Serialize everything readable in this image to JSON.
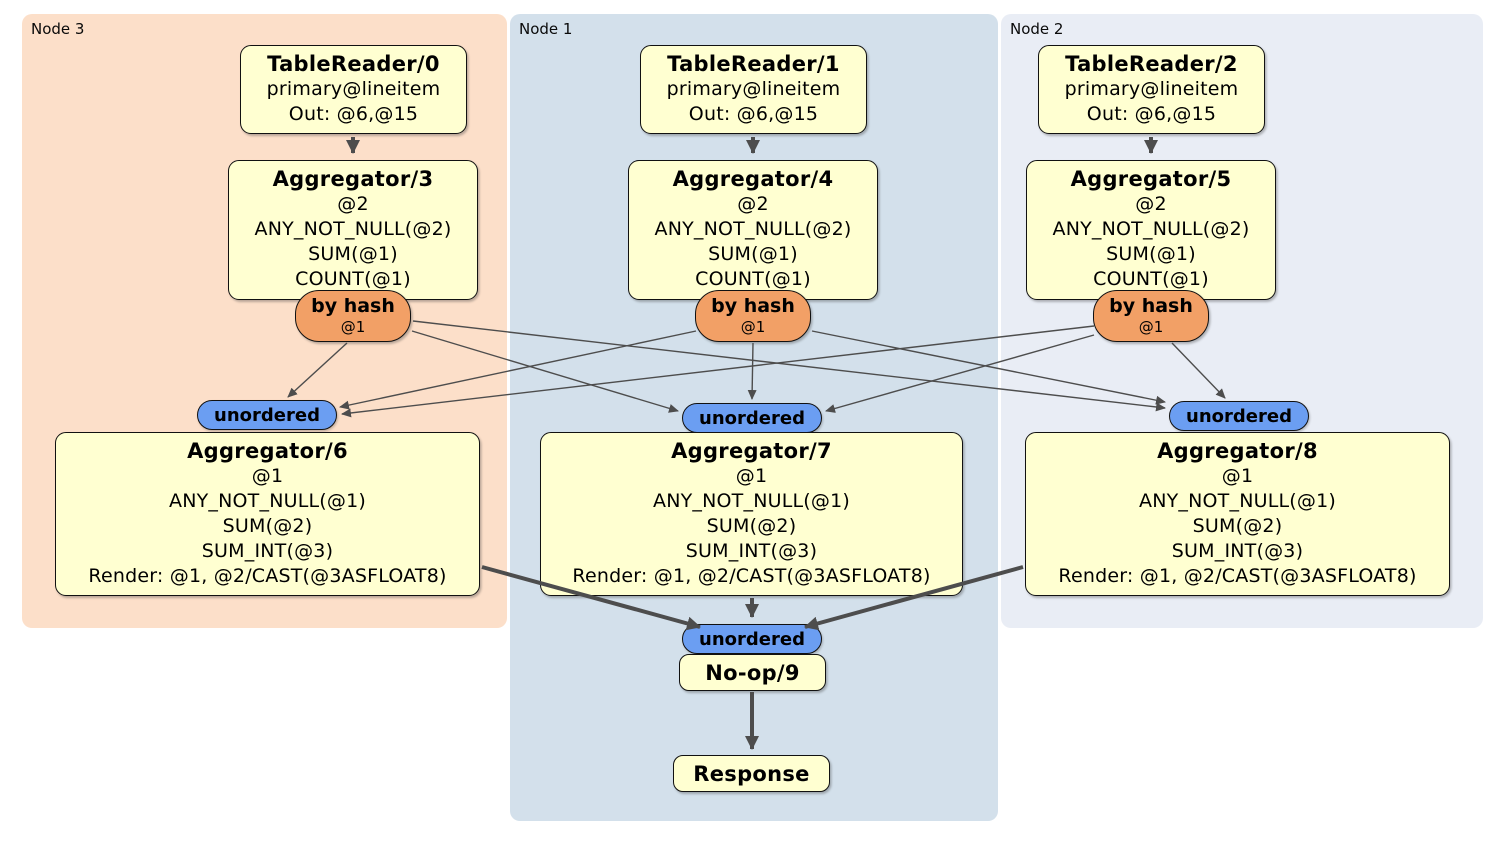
{
  "groups": [
    {
      "label": "Node 3"
    },
    {
      "label": "Node 1"
    },
    {
      "label": "Node 2"
    }
  ],
  "columns": {
    "node3": {
      "reader": {
        "title": "TableReader/0",
        "lines": [
          "primary@lineitem",
          "Out: @6,@15"
        ]
      },
      "group_agg": {
        "title": "Aggregator/3",
        "lines": [
          "@2",
          "ANY_NOT_NULL(@2)",
          "SUM(@1)",
          "COUNT(@1)"
        ]
      },
      "router": {
        "label": "by hash",
        "detail": "@1"
      },
      "stream": {
        "label": "unordered"
      },
      "final_agg": {
        "title": "Aggregator/6",
        "lines": [
          "@1",
          "ANY_NOT_NULL(@1)",
          "SUM(@2)",
          "SUM_INT(@3)",
          "Render: @1, @2/CAST(@3ASFLOAT8)"
        ]
      }
    },
    "node1": {
      "reader": {
        "title": "TableReader/1",
        "lines": [
          "primary@lineitem",
          "Out: @6,@15"
        ]
      },
      "group_agg": {
        "title": "Aggregator/4",
        "lines": [
          "@2",
          "ANY_NOT_NULL(@2)",
          "SUM(@1)",
          "COUNT(@1)"
        ]
      },
      "router": {
        "label": "by hash",
        "detail": "@1"
      },
      "stream": {
        "label": "unordered"
      },
      "final_agg": {
        "title": "Aggregator/7",
        "lines": [
          "@1",
          "ANY_NOT_NULL(@1)",
          "SUM(@2)",
          "SUM_INT(@3)",
          "Render: @1, @2/CAST(@3ASFLOAT8)"
        ]
      }
    },
    "node2": {
      "reader": {
        "title": "TableReader/2",
        "lines": [
          "primary@lineitem",
          "Out: @6,@15"
        ]
      },
      "group_agg": {
        "title": "Aggregator/5",
        "lines": [
          "@2",
          "ANY_NOT_NULL(@2)",
          "SUM(@1)",
          "COUNT(@1)"
        ]
      },
      "router": {
        "label": "by hash",
        "detail": "@1"
      },
      "stream": {
        "label": "unordered"
      },
      "final_agg": {
        "title": "Aggregator/8",
        "lines": [
          "@1",
          "ANY_NOT_NULL(@1)",
          "SUM(@2)",
          "SUM_INT(@3)",
          "Render: @1, @2/CAST(@3ASFLOAT8)"
        ]
      }
    }
  },
  "sink": {
    "stream": {
      "label": "unordered"
    },
    "noop": {
      "title": "No-op/9"
    },
    "response": {
      "title": "Response"
    }
  },
  "colors": {
    "group_node3_bg": "#fcdfc9",
    "group_node1_bg": "#d3e0eb",
    "group_node2_bg": "#e9edf5",
    "box_fill": "#ffffd1",
    "router_fill": "#f2a066",
    "stream_fill": "#6b9ef2",
    "edge": "#4d4d4d"
  }
}
